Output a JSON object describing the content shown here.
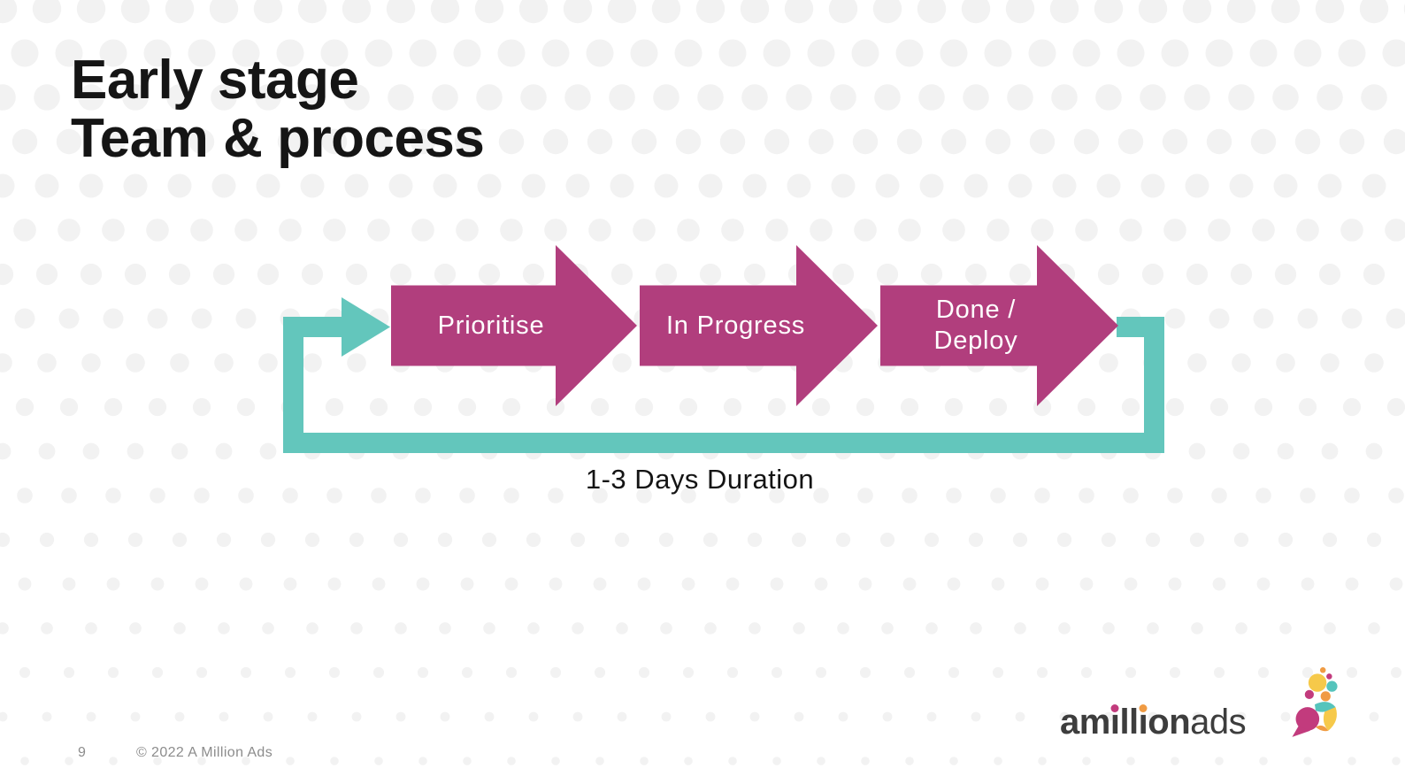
{
  "title": {
    "line1": "Early stage",
    "line2": "Team & process"
  },
  "diagram": {
    "type": "process-flow-loop",
    "steps": [
      {
        "label": "Prioritise"
      },
      {
        "label": "In Progress"
      },
      {
        "label_line1": "Done /",
        "label_line2": "Deploy"
      }
    ],
    "duration_label": "1-3 Days Duration"
  },
  "footer": {
    "page_number": "9",
    "copyright": "© 2022 A Million Ads"
  },
  "logo": {
    "parts": {
      "p1": "am",
      "i1": "i",
      "p2": "ll",
      "i2": "i",
      "p3": "on",
      "suffix": "ads"
    }
  },
  "theme": {
    "step_arrow_magenta": "#b13e7d",
    "loop_teal": "#63c6bc",
    "title_color": "#151515",
    "footer_gray": "#8c8c8c",
    "dot_color": "#f2f2f2",
    "logo_dark": "#3d3d3d",
    "logo_magenta": "#c23b7d",
    "logo_orange": "#f09b43",
    "logo_yellow": "#f6c94a",
    "logo_teal": "#55c4bc"
  }
}
